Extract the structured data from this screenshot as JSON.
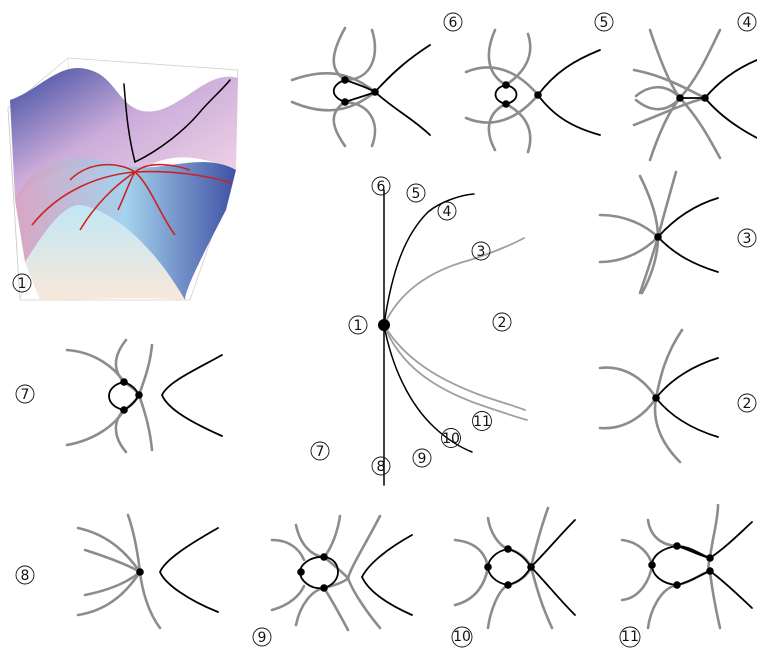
{
  "labels": {
    "p1": "1",
    "p2": "2",
    "p3": "3",
    "p4": "4",
    "p5": "5",
    "p6": "6",
    "p7": "7",
    "p8": "8",
    "p9": "9",
    "p10": "10",
    "p11": "11"
  },
  "colors": {
    "curve_black": "#000000",
    "curve_gray": "#8c8c8c",
    "surface_blue": "#3a4fa8",
    "surface_pink": "#f0c8dc",
    "intersection_red": "#d02020"
  }
}
